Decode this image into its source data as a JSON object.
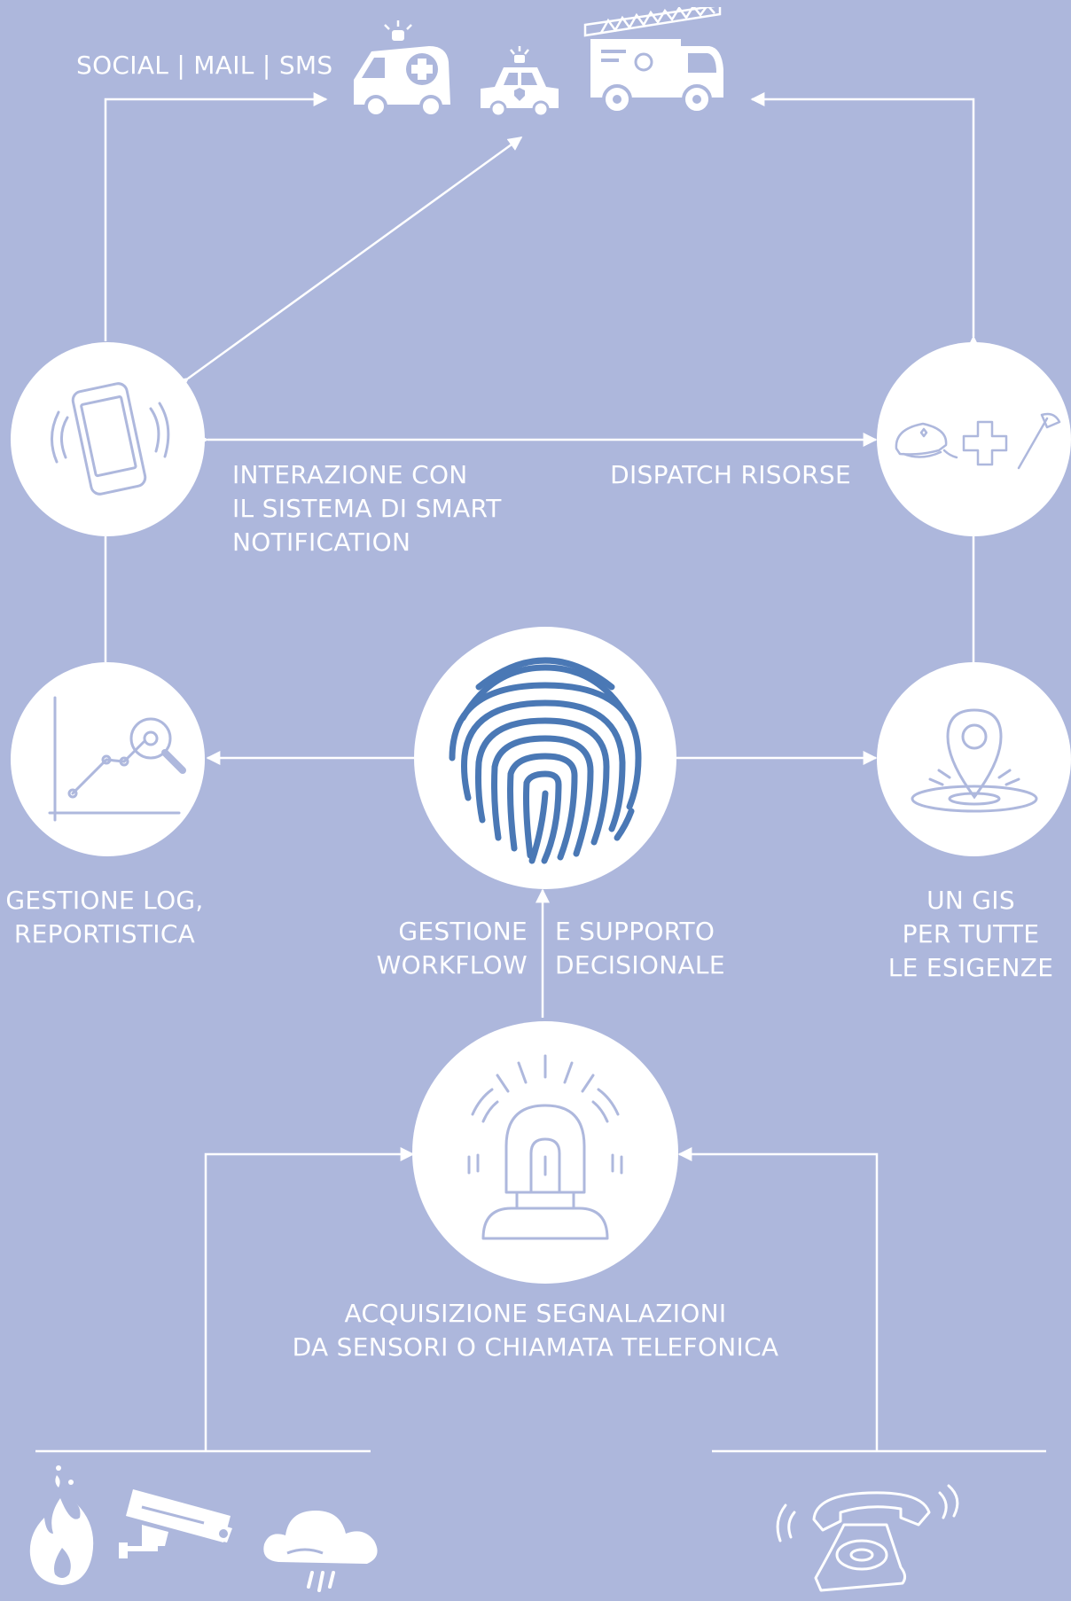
{
  "channels_label": "SOCIAL | MAIL | SMS",
  "nodes": {
    "notification": {
      "lines": [
        "INTERAZIONE CON",
        "IL SISTEMA DI SMART",
        "NOTIFICATION"
      ],
      "icon": "smartphone-vibrating-icon"
    },
    "dispatch": {
      "lines": [
        "DISPATCH RISORSE"
      ],
      "icon": "police-medical-fire-icon"
    },
    "log": {
      "lines": [
        "GESTIONE LOG,",
        "REPORTISTICA"
      ],
      "icon": "chart-magnifier-icon"
    },
    "workflow": {
      "left_lines": [
        "GESTIONE",
        "WORKFLOW"
      ],
      "right_lines": [
        "E SUPPORTO",
        "DECISIONALE"
      ],
      "icon": "fingerprint-icon"
    },
    "gis": {
      "lines": [
        "UN GIS",
        "PER TUTTE",
        "LE ESIGENZE"
      ],
      "icon": "map-pin-icon"
    },
    "acquisition": {
      "lines": [
        "ACQUISIZIONE SEGNALAZIONI",
        "DA SENSORI O CHIAMATA TELEFONICA"
      ],
      "icon": "siren-icon"
    }
  },
  "vehicles": [
    "ambulance-icon",
    "police-car-icon",
    "fire-truck-icon"
  ],
  "sources": [
    "fire-icon",
    "security-camera-icon",
    "rain-cloud-icon",
    "telephone-icon"
  ],
  "colors": {
    "background": "#adb7dc",
    "foreground": "#ffffff",
    "icon_stroke": "#aeb8dd",
    "fingerprint": "#4a78b5"
  }
}
